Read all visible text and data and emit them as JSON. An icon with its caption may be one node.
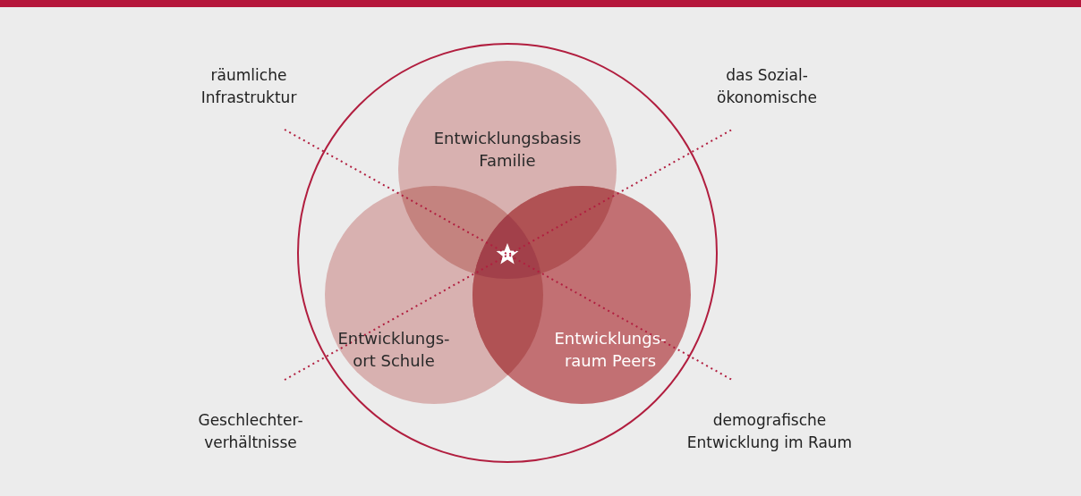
{
  "diagram": {
    "nodes": [
      {
        "text": [],
        "shape": "circle"
      },
      {
        "text": [
          "Entwicklungsbasis Familie"
        ],
        "in": 0
      },
      {
        "text": [
          "Entwicklungs- ort Schule"
        ],
        "in": 0
      },
      {
        "text": [
          "Entwicklungs- raum Peers"
        ],
        "in": 0
      }
    ],
    "labels": [
      "räumliche Infrastruktur",
      "das Sozial- ökonomische",
      "Geschlechter- verhältnisse",
      "demografische Entwicklung im Raum"
    ]
  }
}
